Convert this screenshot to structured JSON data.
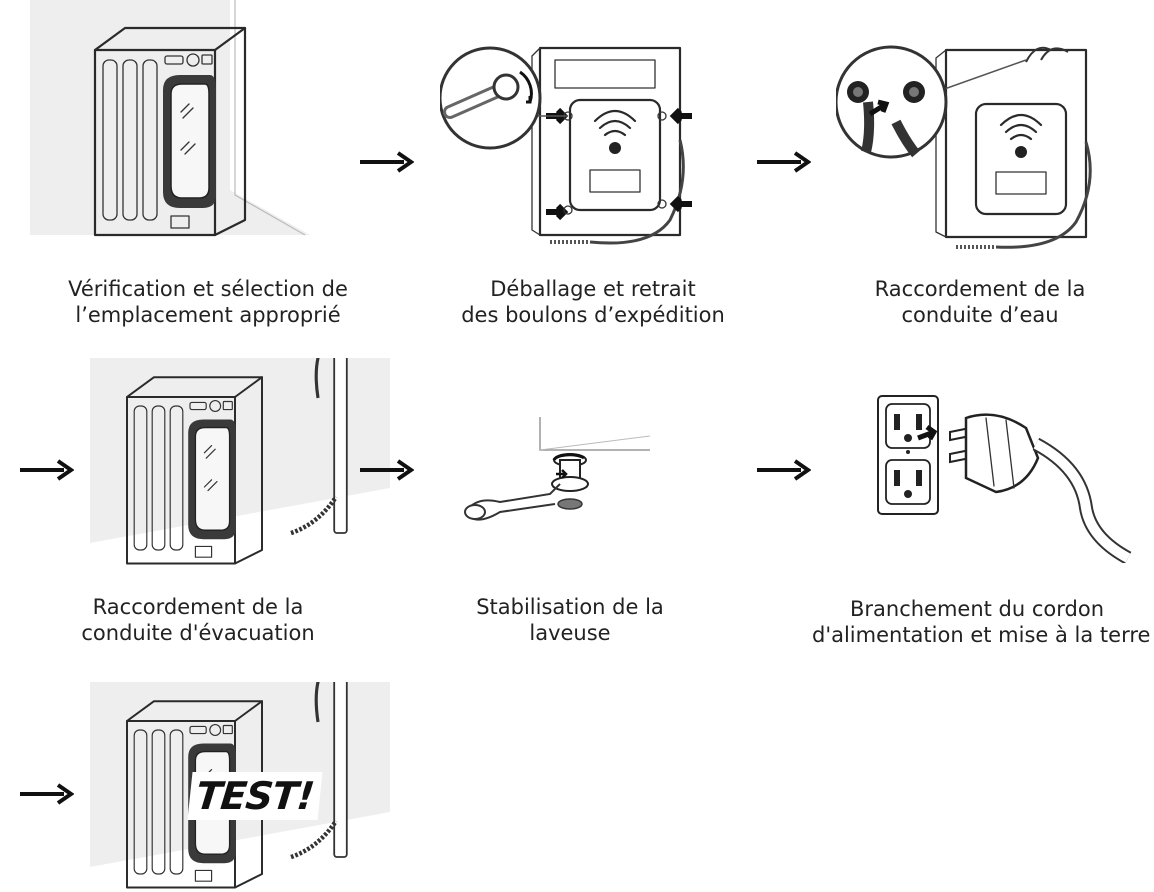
{
  "steps": [
    {
      "id": "location",
      "caption_lines": [
        "Vérification et sélection de",
        "l’emplacement approprié"
      ],
      "icon": "washer-in-corner-icon"
    },
    {
      "id": "bolts",
      "caption_lines": [
        "Déballage et retrait",
        "des boulons d’expédition"
      ],
      "icon": "shipping-bolts-wrench-icon"
    },
    {
      "id": "water",
      "caption_lines": [
        "Raccordement de la",
        "conduite d’eau"
      ],
      "icon": "water-hose-connection-icon"
    },
    {
      "id": "drain",
      "caption_lines": [
        "Raccordement de la",
        "conduite d'évacuation"
      ],
      "icon": "drain-hose-washer-icon"
    },
    {
      "id": "level",
      "caption_lines": [
        "Stabilisation de la",
        "laveuse"
      ],
      "icon": "leveling-foot-wrench-icon"
    },
    {
      "id": "power",
      "caption_lines": [
        "Branchement du cordon",
        "d'alimentation et mise à la terre"
      ],
      "icon": "power-plug-outlet-icon"
    },
    {
      "id": "test",
      "caption_lines": [],
      "icon": "washer-test-icon",
      "overlay_text": "TEST!"
    }
  ],
  "arrow_icon": "right-arrow-icon"
}
